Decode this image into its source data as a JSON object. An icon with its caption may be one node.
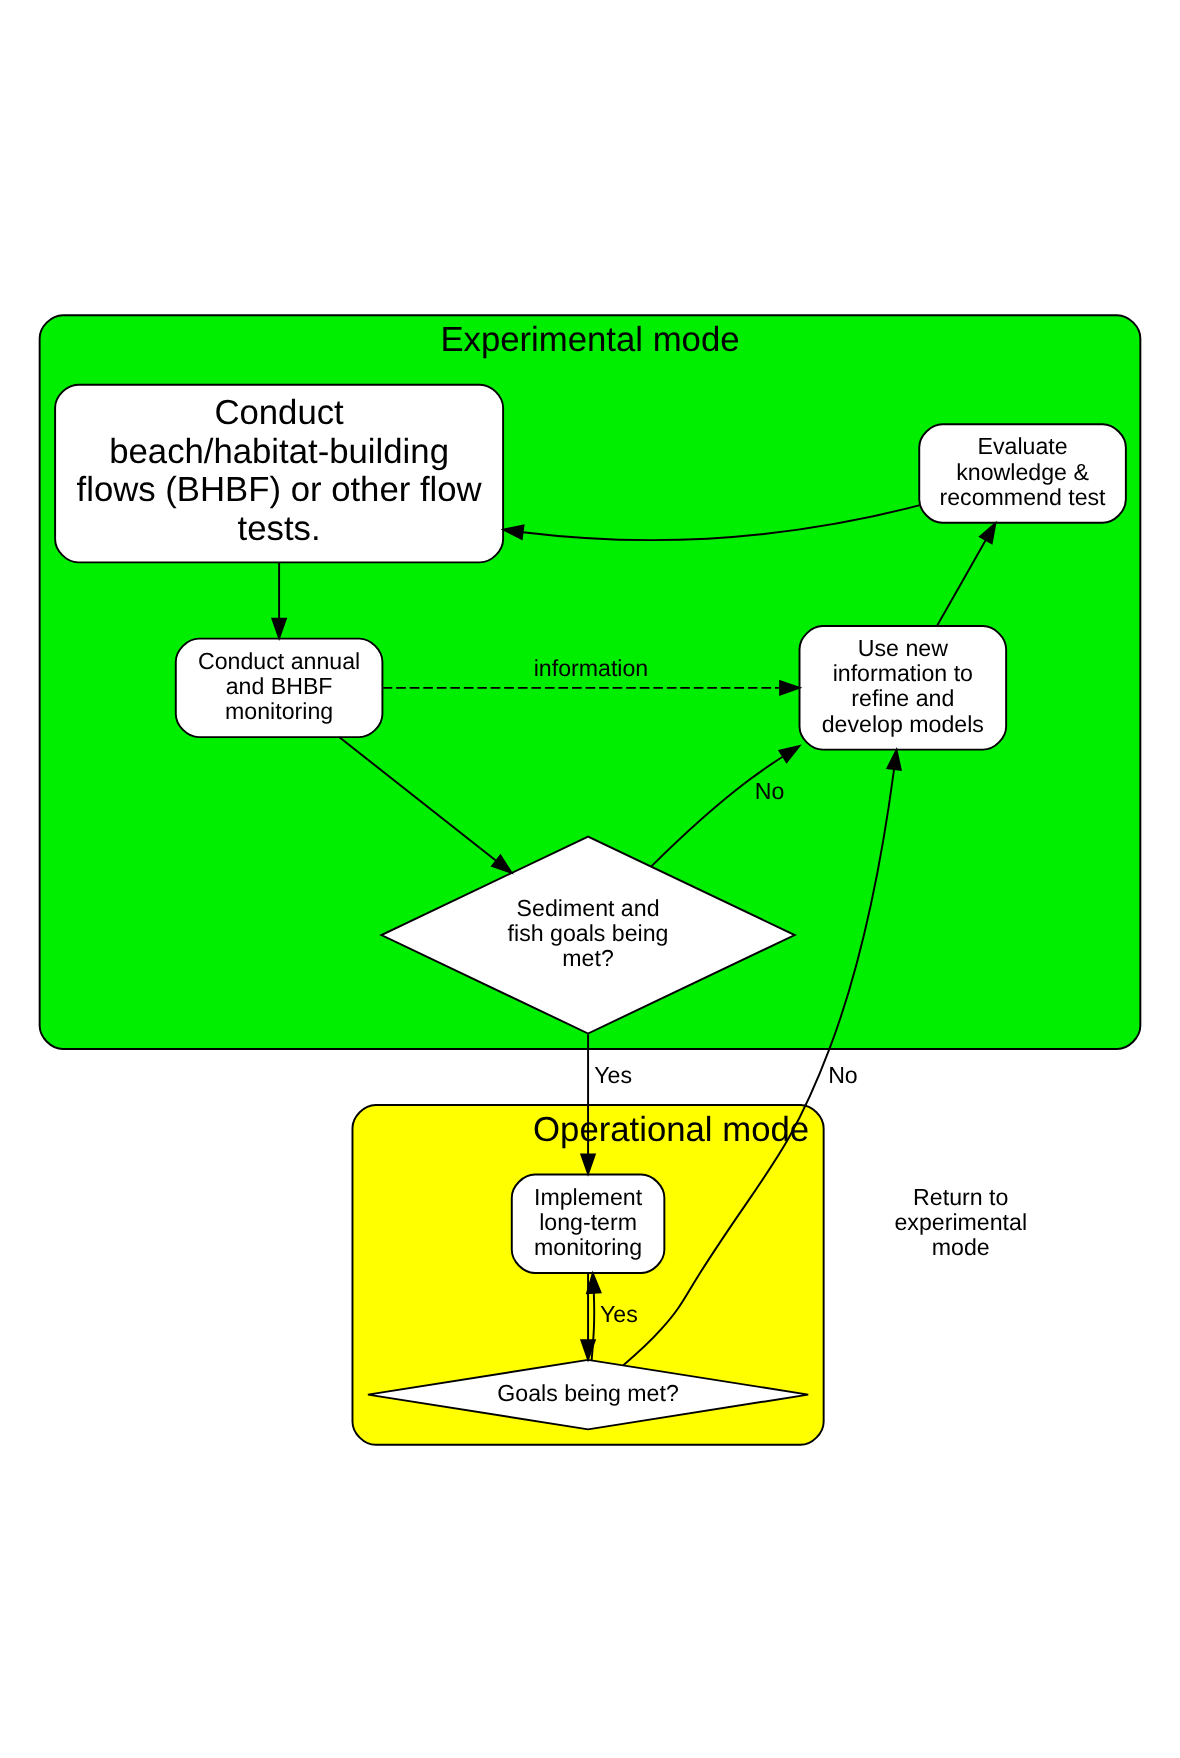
{
  "diagram": {
    "nodes": [
      {
        "text": [
          "Experimental mode"
        ]
      },
      {
        "text": [
          "Conduct beach/habitat-building flows (BHBF) or other flow tests."
        ],
        "in": 0
      },
      {
        "text": [
          "Evaluate knowledge & recommend test"
        ],
        "in": 0
      },
      {
        "text": [
          "Conduct annual and BHBF monitoring"
        ],
        "in": 0
      },
      {
        "text": [
          "Use new information to refine and develop models"
        ],
        "in": 0
      },
      {
        "text": [
          "Sediment and fish goals being met?"
        ],
        "in": 0
      },
      {
        "text": [
          "Operational mode"
        ]
      },
      {
        "text": [
          "Implement long-term monitoring"
        ],
        "in": 6
      },
      {
        "text": [
          "Goals being met?"
        ],
        "in": 6
      }
    ],
    "edges": [
      {
        "from": 1,
        "to": 3,
        "arrow": "to"
      },
      {
        "from": 3,
        "to": 4,
        "arrow": "to",
        "label": "information",
        "style": "dashed"
      },
      {
        "from": 4,
        "to": 2,
        "arrow": "to"
      },
      {
        "from": 2,
        "to": 1,
        "arrow": "to"
      },
      {
        "from": 3,
        "to": 5,
        "arrow": "to"
      },
      {
        "from": 5,
        "to": 4,
        "arrow": "to",
        "label": "No"
      },
      {
        "from": 5,
        "to": 7,
        "arrow": "to",
        "label": "Yes"
      },
      {
        "from": 7,
        "to": 8,
        "arrow": "to"
      },
      {
        "from": 8,
        "to": 7,
        "arrow": "to",
        "label": "Yes"
      },
      {
        "from": 8,
        "to": 4,
        "arrow": "to",
        "label": "No"
      }
    ],
    "labels": [
      "Return to experimental mode"
    ]
  }
}
